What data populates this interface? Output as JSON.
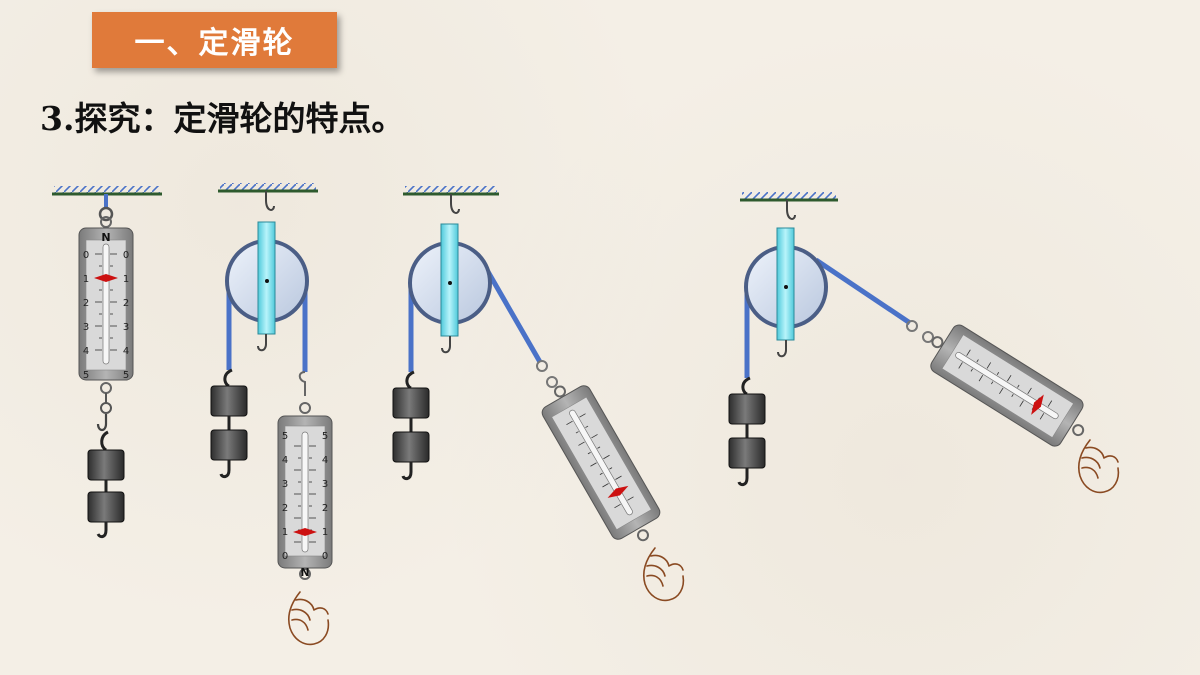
{
  "section": {
    "title": "一、定滑轮"
  },
  "heading": {
    "text": "3.探究：定滑轮的特点。"
  },
  "scale": {
    "unit_label": "N",
    "ticks": [
      "0",
      "1",
      "2",
      "3",
      "4",
      "5"
    ]
  },
  "colors": {
    "banner": "#e07a3a",
    "rope": "#4a72c8",
    "axle": "#7ee3ef",
    "ceiling": "#2e5a2e",
    "scale_body": "#9a9a9a",
    "pointer": "#cc1111",
    "hand": "#8a4a22"
  },
  "setups": [
    {
      "name": "direct-hang",
      "reading_N": 1
    },
    {
      "name": "pulley-vertical-pull",
      "reading_N": 1
    },
    {
      "name": "pulley-angled-pull",
      "reading_N": 1
    },
    {
      "name": "pulley-shallow-pull",
      "reading_N": 1
    }
  ]
}
